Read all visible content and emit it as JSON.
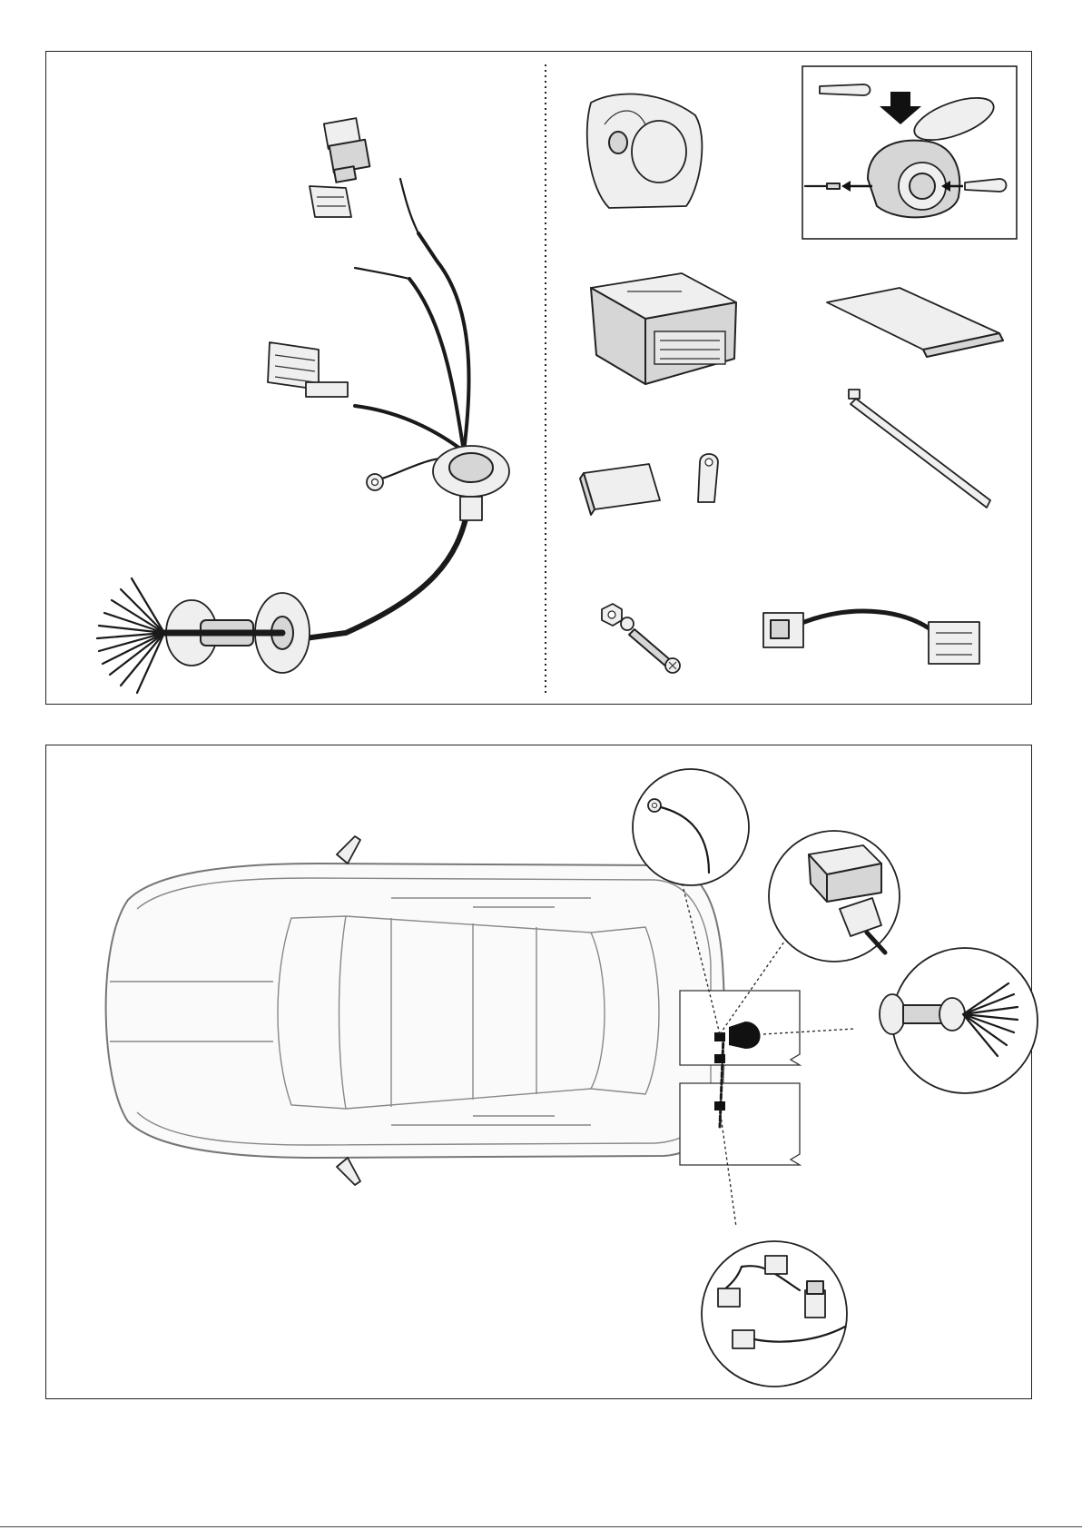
{
  "diagram": {
    "parts_panel": {
      "items": [
        "main-wiring-harness",
        "socket-13-pin",
        "socket-pin-insertion-inset",
        "control-module",
        "adhesive-foam-strip",
        "adhesive-pad",
        "ground-terminal-bracket",
        "cable-tie",
        "bolt-nut-washer",
        "adapter-cable"
      ]
    },
    "installation_panel": {
      "callouts": [
        "ground-point-callout",
        "module-connection-callout",
        "socket-plate-callout",
        "vehicle-connector-callout"
      ]
    },
    "icons": {
      "insert-arrow": "arrow-down-icon"
    },
    "colors": {
      "line": "#222222",
      "part_fill": "#d6d6d6",
      "car_outline": "#777777"
    }
  },
  "footer": {
    "code": ""
  }
}
